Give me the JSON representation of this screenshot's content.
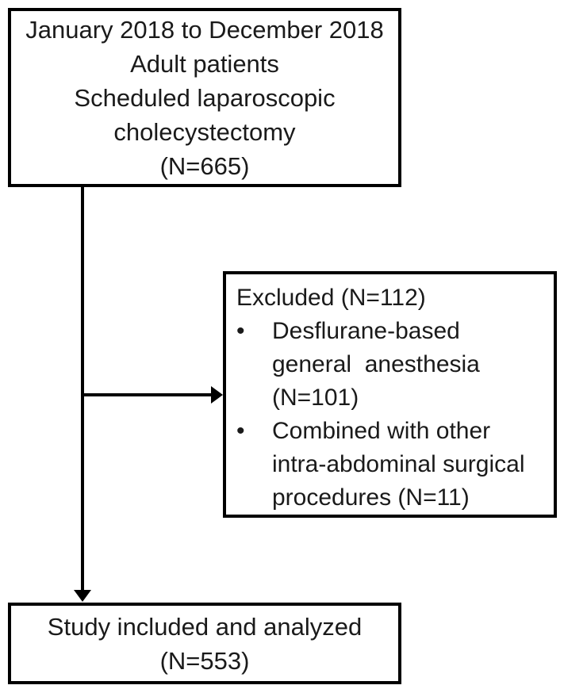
{
  "figure": {
    "background_color": "#ffffff",
    "border_color": "#000000",
    "text_color": "#1a1a1a",
    "bullet_glyph": "•",
    "enrollment_box": {
      "lines": [
        "January 2018 to December 2018",
        "Adult patients",
        "Scheduled laparoscopic",
        "cholecystectomy",
        "(N=665)"
      ]
    },
    "excluded_box": {
      "title": "Excluded (N=112)",
      "bullets": [
        {
          "lines": [
            "Desflurane-based",
            "general  anesthesia",
            "(N=101)"
          ]
        },
        {
          "lines": [
            "Combined with other",
            "intra-abdominal surgical",
            "procedures (N=11)"
          ]
        }
      ]
    },
    "analyzed_box": {
      "lines": [
        "Study included and analyzed",
        "(N=553)"
      ]
    }
  }
}
